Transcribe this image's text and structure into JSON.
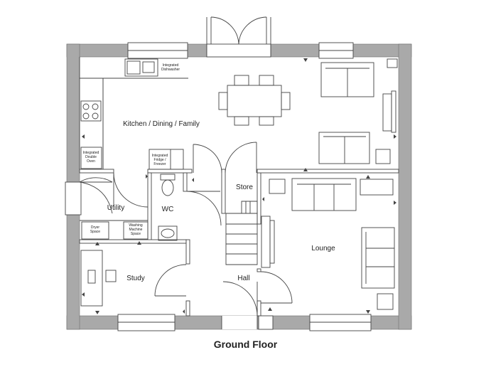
{
  "caption": "Ground Floor",
  "rooms": {
    "kitchen": "Kitchen / Dining / Family",
    "store": "Store",
    "utility": "Utility",
    "wc": "WC",
    "lounge": "Lounge",
    "study": "Study",
    "hall": "Hall"
  },
  "appliances": {
    "dishwasher": [
      "Integrated",
      "Dishwasher"
    ],
    "double_oven": [
      "Integrated",
      "Double",
      "Oven"
    ],
    "fridge": [
      "Integrated",
      "Fridge /",
      "Freezer"
    ],
    "dryer": [
      "Dryer",
      "Space"
    ],
    "washing": [
      "Washing",
      "Machine",
      "Space"
    ]
  },
  "colors": {
    "wall": "#a9a9a9",
    "line": "#444444",
    "text": "#222222"
  }
}
